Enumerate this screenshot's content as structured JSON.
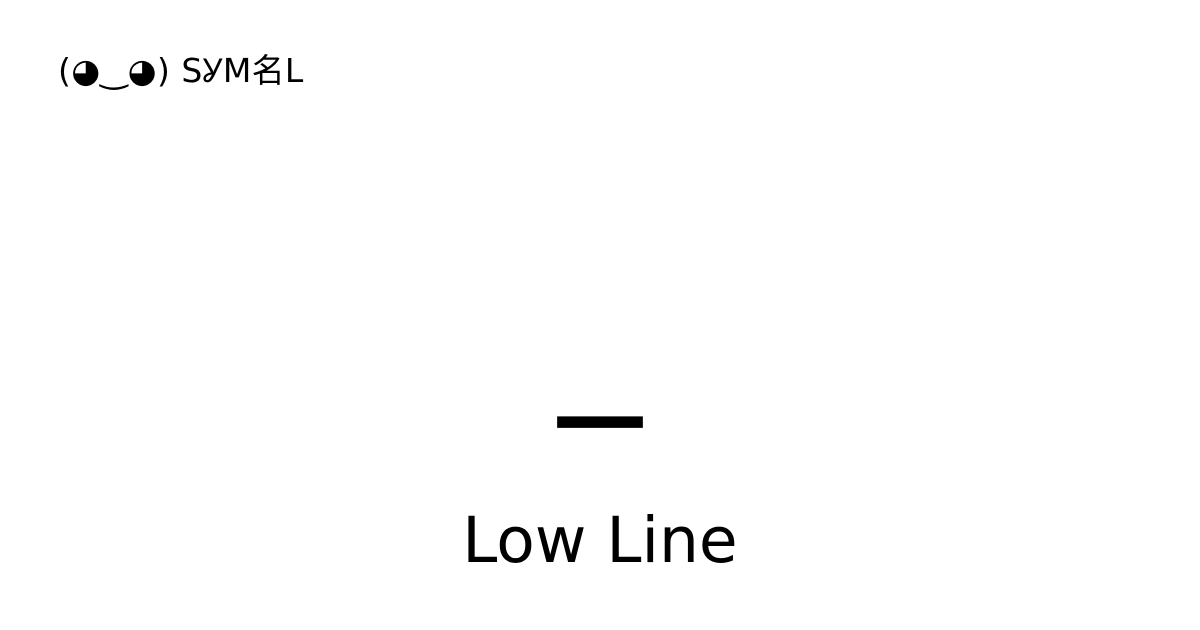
{
  "page": {
    "background_color": "#ffffff",
    "text_color": "#000000"
  },
  "brand": {
    "kaomoji": "(◕‿◕)",
    "wordmark": "SỾM名L"
  },
  "glyph": {
    "character": "_",
    "name": "Low Line"
  },
  "caption": {
    "text": "Low Line"
  }
}
